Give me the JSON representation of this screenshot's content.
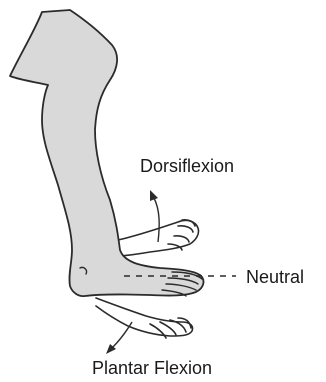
{
  "diagram": {
    "subject": "leg-and-foot",
    "labels": {
      "dorsiflexion": "Dorsiflexion",
      "neutral": "Neutral",
      "plantar_flexion": "Plantar Flexion"
    },
    "colors": {
      "leg_fill": "#d9d9d9",
      "outline": "#2b2b2b",
      "guide_line": "#2b2b2b",
      "text": "#1a1a1a",
      "background": "#ffffff"
    }
  }
}
